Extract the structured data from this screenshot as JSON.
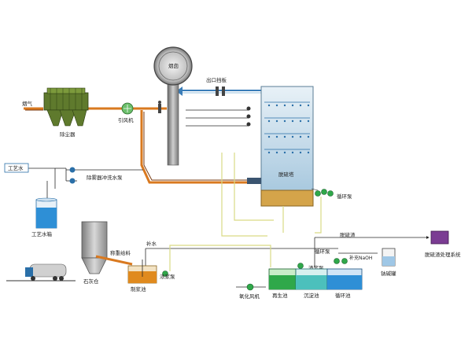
{
  "labels": {
    "flue_gas": "烟气",
    "dust_collector": "除尘器",
    "induced_fan": "引风机",
    "chimney": "烟囱",
    "outlet_damper": "出口挡板",
    "absorber": "脱硫塔",
    "circulation_pump": "循环泵",
    "process_water_in": "工艺水",
    "demister_wash_pump": "除雾器冲洗水泵",
    "process_water_tank": "工艺水箱",
    "lime_silo": "石灰仓",
    "weighing_feeder": "称重给料",
    "makeup_water": "补水",
    "slurry_pump": "浓浆泵",
    "slurry_tank": "制浆池",
    "desulfurization_slag": "脱硫渣",
    "slag_treatment": "脱硫渣处理系统",
    "circulation_pump_2": "循环泵",
    "slurry_pump_2": "渣浆泵",
    "naoh_makeup": "补充NaOH",
    "alkali_tank": "钠碱罐",
    "oxidation_fan": "氧化风机",
    "regeneration_tank": "再生池",
    "settling_tank": "沉淀池",
    "circulation_tank": "循环池"
  },
  "colors": {
    "flue_gas_line": "#d9791f",
    "flue_line_dark": "#7a3d14",
    "water_line": "#2a2a2a",
    "slurry_line": "#e8e99a",
    "dust_collector": "#5f7a2d",
    "absorber_top": "#c7dcea",
    "absorber_bottom": "#d4a44a",
    "tank_water": "#2e8fd6",
    "tank_green": "#2fa84a",
    "tank_orange": "#e08a1e",
    "treatment_box": "#7b3c93"
  }
}
